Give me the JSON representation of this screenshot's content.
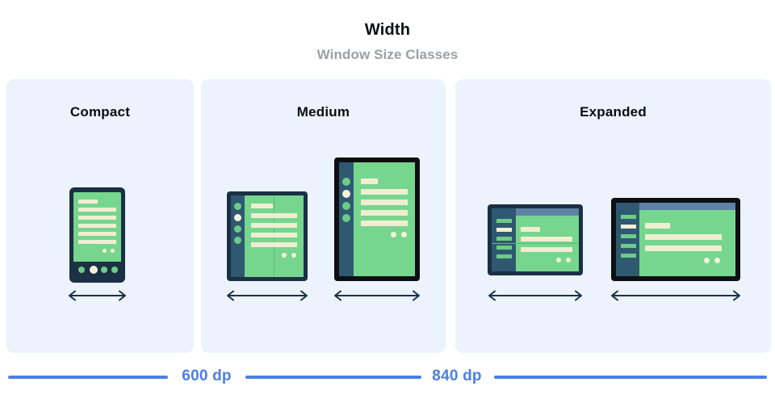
{
  "header": {
    "title": "Width",
    "subtitle": "Window Size Classes"
  },
  "panels": [
    {
      "id": "compact",
      "title": "Compact"
    },
    {
      "id": "medium",
      "title": "Medium"
    },
    {
      "id": "expanded",
      "title": "Expanded"
    }
  ],
  "breakpoints": [
    {
      "label": "600 dp"
    },
    {
      "label": "840 dp"
    }
  ],
  "colors": {
    "panel_background": "#ecf3fd",
    "page_background": "#ffffff",
    "title_text": "#0b0d10",
    "subtitle_text": "#9aa0a6",
    "breakpoint_blue": "#4c7fe3",
    "device_frame_navy": "#1b3044",
    "device_frame_black": "#0d0f12",
    "screen_green": "#76d68e",
    "content_line_cream": "#f0eed2",
    "nav_rail_slate": "#2f5871",
    "top_bar_blue": "#5d82a6"
  },
  "devices": {
    "compact": [
      {
        "name": "phone-portrait",
        "arrow": "width-arrow"
      }
    ],
    "medium": [
      {
        "name": "foldable-portrait",
        "arrow": "width-arrow"
      },
      {
        "name": "tablet-portrait",
        "arrow": "width-arrow"
      }
    ],
    "expanded": [
      {
        "name": "foldable-landscape",
        "arrow": "width-arrow"
      },
      {
        "name": "tablet-landscape",
        "arrow": "width-arrow"
      }
    ]
  }
}
